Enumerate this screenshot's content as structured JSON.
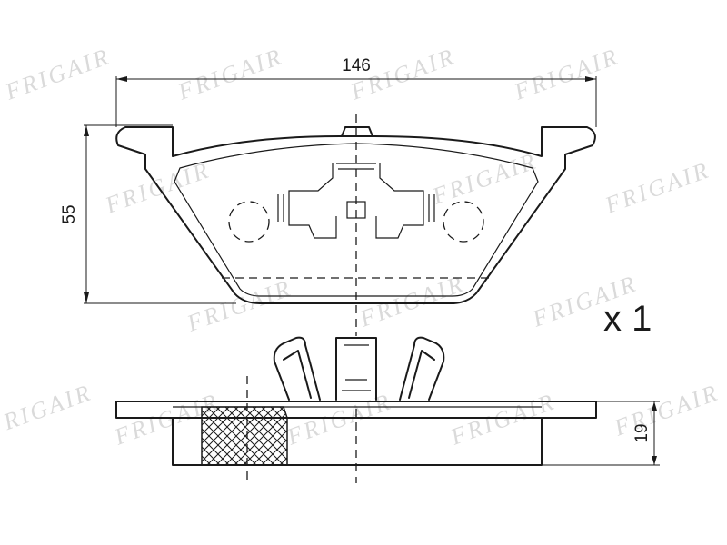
{
  "watermark": {
    "text": "FRIGAIR"
  },
  "dimensions": {
    "width_label": "146",
    "height_label": "55",
    "thickness_label": "19"
  },
  "quantity": {
    "label": "x 1"
  }
}
